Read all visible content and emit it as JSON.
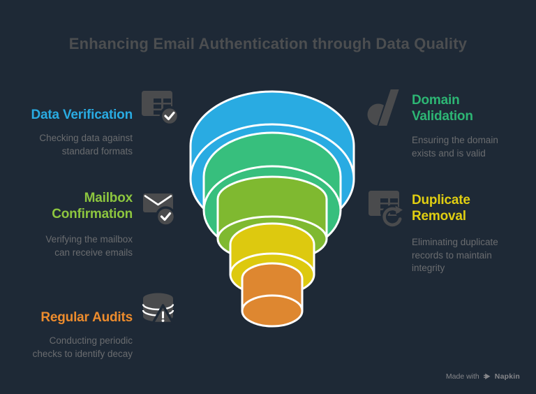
{
  "palette": {
    "background": "#1E2936",
    "title_gray": "#4C4E50",
    "desc_gray": "#6A6C6F",
    "icon_gray": "#4A4B4D",
    "footer_gray": "#85868A",
    "stroke_white": "#FFFFFF"
  },
  "header": {
    "title": "Enhancing Email Authentication through Data Quality"
  },
  "items": [
    {
      "id": "data-verification",
      "heading": "Data Verification",
      "description": "Checking data against\nstandard formats",
      "color": "#29ABE2",
      "icon": "table-check-icon",
      "side": "left"
    },
    {
      "id": "mailbox-confirmation",
      "heading": "Mailbox\nConfirmation",
      "description": "Verifying the mailbox\ncan receive emails",
      "color": "#8DC63F",
      "icon": "envelope-check-icon",
      "side": "left"
    },
    {
      "id": "regular-audits",
      "heading": "Regular Audits",
      "description": "Conducting periodic\nchecks to identify decay",
      "color": "#ED8C2D",
      "icon": "database-alert-icon",
      "side": "left"
    },
    {
      "id": "domain-validation",
      "heading": "Domain\nValidation",
      "description": "Ensuring the domain\nexists and is valid",
      "color": "#2DB674",
      "icon": "domain-d-icon",
      "side": "right"
    },
    {
      "id": "duplicate-removal",
      "heading": "Duplicate\nRemoval",
      "description": "Eliminating duplicate\nrecords to maintain\nintegrity",
      "color": "#E0CE11",
      "icon": "table-refresh-icon",
      "side": "right"
    }
  ],
  "funnel": {
    "type": "funnel",
    "layers": [
      {
        "order": 1,
        "color": "#29ABE2"
      },
      {
        "order": 2,
        "color": "#37BF7D"
      },
      {
        "order": 3,
        "color": "#7FB930"
      },
      {
        "order": 4,
        "color": "#DDC90F"
      },
      {
        "order": 5,
        "color": "#DE8730"
      }
    ]
  },
  "footer": {
    "made_with": "Made with",
    "brand": "Napkin"
  }
}
